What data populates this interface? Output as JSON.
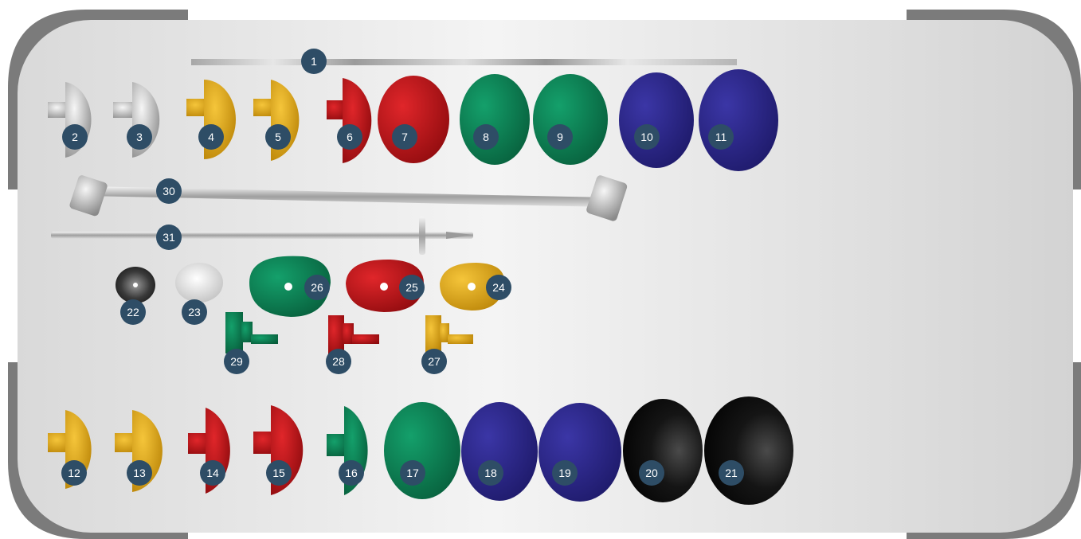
{
  "colors": {
    "tray_edge": "#7c7c7c",
    "tray_face_light": "#f2f2f2",
    "tray_face_dark": "#d7d7d7",
    "badge": "#2e4d66",
    "badge_text": "#ffffff",
    "silver": "#b9b9b9",
    "gold": "#e0a80f",
    "red": "#c4151a",
    "green": "#0e8656",
    "blue": "#2f2a8c",
    "black": "#111111",
    "white": "#f4f4f4"
  },
  "callouts": [
    {
      "id": "callout-1",
      "label": "1",
      "target": "trial-rail",
      "color": "silver"
    },
    {
      "id": "callout-2",
      "label": "2",
      "target": "trial-head-2",
      "color": "silver"
    },
    {
      "id": "callout-3",
      "label": "3",
      "target": "trial-head-3",
      "color": "silver"
    },
    {
      "id": "callout-4",
      "label": "4",
      "target": "trial-head-4",
      "color": "gold"
    },
    {
      "id": "callout-5",
      "label": "5",
      "target": "trial-head-5",
      "color": "gold"
    },
    {
      "id": "callout-6",
      "label": "6",
      "target": "trial-head-6",
      "color": "red"
    },
    {
      "id": "callout-7",
      "label": "7",
      "target": "trial-head-7",
      "color": "red"
    },
    {
      "id": "callout-8",
      "label": "8",
      "target": "trial-head-8",
      "color": "green"
    },
    {
      "id": "callout-9",
      "label": "9",
      "target": "trial-head-9",
      "color": "green"
    },
    {
      "id": "callout-10",
      "label": "10",
      "target": "trial-head-10",
      "color": "blue"
    },
    {
      "id": "callout-11",
      "label": "11",
      "target": "trial-head-11",
      "color": "blue"
    },
    {
      "id": "callout-12",
      "label": "12",
      "target": "trial-head-12",
      "color": "gold"
    },
    {
      "id": "callout-13",
      "label": "13",
      "target": "trial-head-13",
      "color": "gold"
    },
    {
      "id": "callout-14",
      "label": "14",
      "target": "trial-head-14",
      "color": "red"
    },
    {
      "id": "callout-15",
      "label": "15",
      "target": "trial-head-15",
      "color": "red"
    },
    {
      "id": "callout-16",
      "label": "16",
      "target": "trial-head-16",
      "color": "green"
    },
    {
      "id": "callout-17",
      "label": "17",
      "target": "trial-head-17",
      "color": "green"
    },
    {
      "id": "callout-18",
      "label": "18",
      "target": "trial-head-18",
      "color": "blue"
    },
    {
      "id": "callout-19",
      "label": "19",
      "target": "trial-head-19",
      "color": "blue"
    },
    {
      "id": "callout-20",
      "label": "20",
      "target": "trial-head-20",
      "color": "black"
    },
    {
      "id": "callout-21",
      "label": "21",
      "target": "trial-head-21",
      "color": "black"
    },
    {
      "id": "callout-22",
      "label": "22",
      "target": "dark-cup",
      "color": "black"
    },
    {
      "id": "callout-23",
      "label": "23",
      "target": "white-ball",
      "color": "white"
    },
    {
      "id": "callout-24",
      "label": "24",
      "target": "guide-disc-24",
      "color": "gold"
    },
    {
      "id": "callout-25",
      "label": "25",
      "target": "guide-disc-25",
      "color": "red"
    },
    {
      "id": "callout-26",
      "label": "26",
      "target": "guide-disc-26",
      "color": "green"
    },
    {
      "id": "callout-27",
      "label": "27",
      "target": "taper-adapter-27",
      "color": "gold"
    },
    {
      "id": "callout-28",
      "label": "28",
      "target": "taper-adapter-28",
      "color": "red"
    },
    {
      "id": "callout-29",
      "label": "29",
      "target": "taper-adapter-29",
      "color": "green"
    },
    {
      "id": "callout-30",
      "label": "30",
      "target": "impactor-rod",
      "color": "silver"
    },
    {
      "id": "callout-31",
      "label": "31",
      "target": "guide-wire-drill",
      "color": "silver"
    }
  ]
}
